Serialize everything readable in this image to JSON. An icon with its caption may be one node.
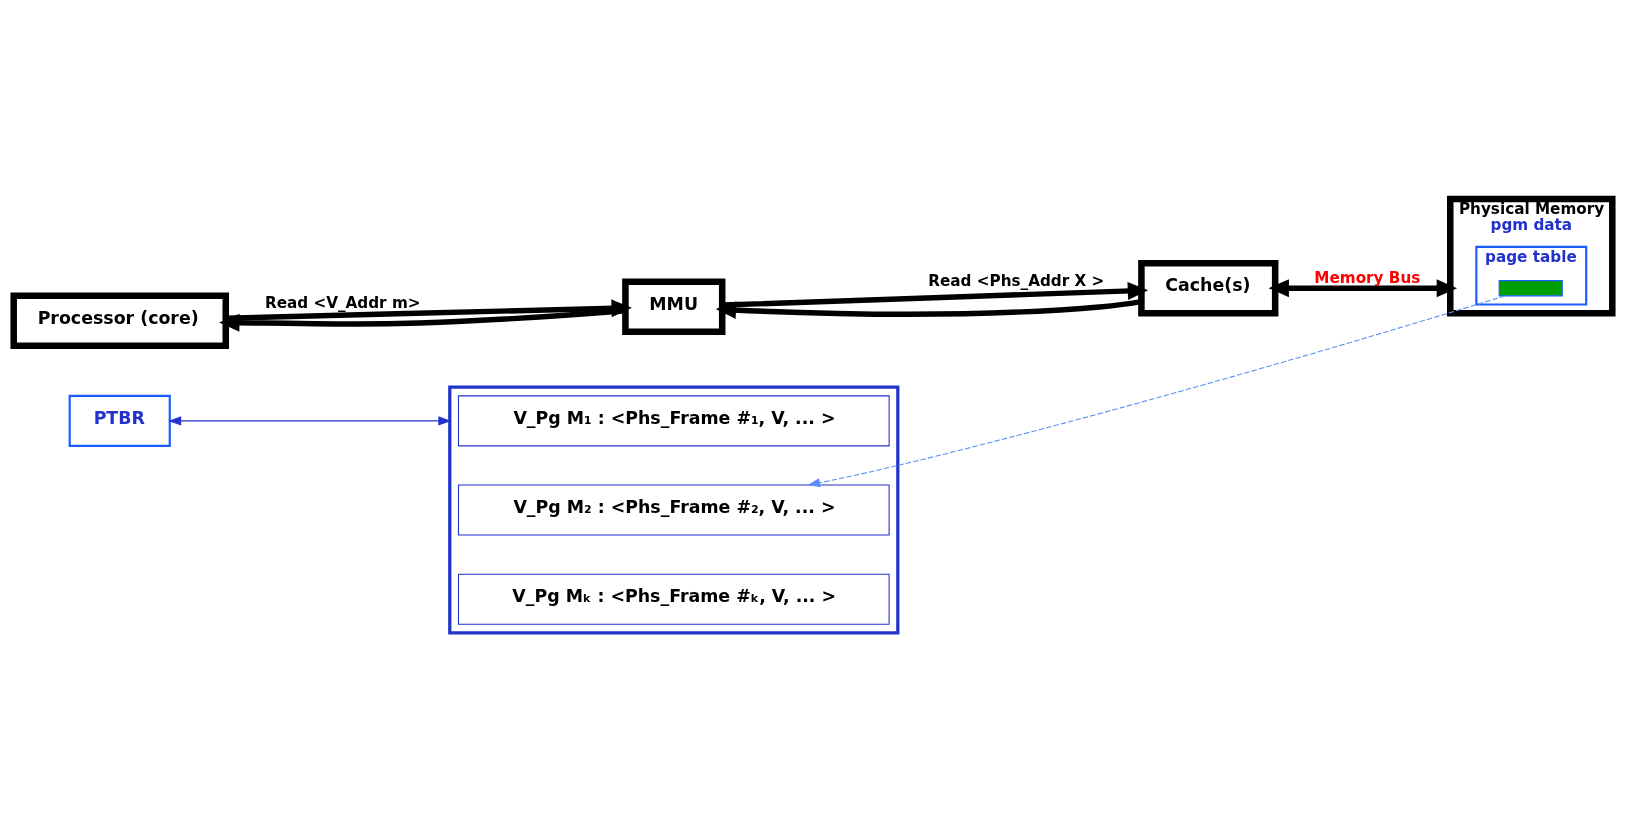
{
  "diagram": {
    "nodes": [
      {
        "text": [
          "Processor (core)"
        ]
      },
      {
        "text": [
          "MMU"
        ]
      },
      {
        "text": [
          "Cache(s)"
        ]
      },
      {
        "text": [
          "Physical Memory",
          "pgm data"
        ]
      },
      {
        "text": [
          "page table"
        ],
        "in": 3
      },
      {
        "text": [],
        "shape": "bar",
        "in": 4
      },
      {
        "text": [
          "PTBR"
        ]
      },
      {
        "text": [],
        "shape": "box"
      },
      {
        "text": [
          "V_Pg M₁ : <Phs_Frame #₁, V, ... >"
        ],
        "in": 7
      },
      {
        "text": [
          "V_Pg M₂ : <Phs_Frame #₂, V, ... >"
        ],
        "in": 7
      },
      {
        "text": [
          "V_Pg Mₖ : <Phs_Frame #ₖ, V, ... >"
        ],
        "in": 7
      }
    ],
    "edges": [
      {
        "from": 0,
        "to": 1,
        "arrow": "to",
        "label": "Read <V_Addr m>"
      },
      {
        "from": 1,
        "to": 0,
        "arrow": "to"
      },
      {
        "from": 1,
        "to": 2,
        "arrow": "to",
        "label": "Read <Phs_Addr X >"
      },
      {
        "from": 2,
        "to": 1,
        "arrow": "to"
      },
      {
        "from": 2,
        "to": 3,
        "arrow": "both",
        "label": "Memory Bus"
      },
      {
        "from": 6,
        "to": 7,
        "arrow": "both",
        "color": "#2233cc"
      },
      {
        "from": 5,
        "to": 9,
        "arrow": "to",
        "style": "dashed",
        "color": "#5b8ff9"
      }
    ]
  }
}
